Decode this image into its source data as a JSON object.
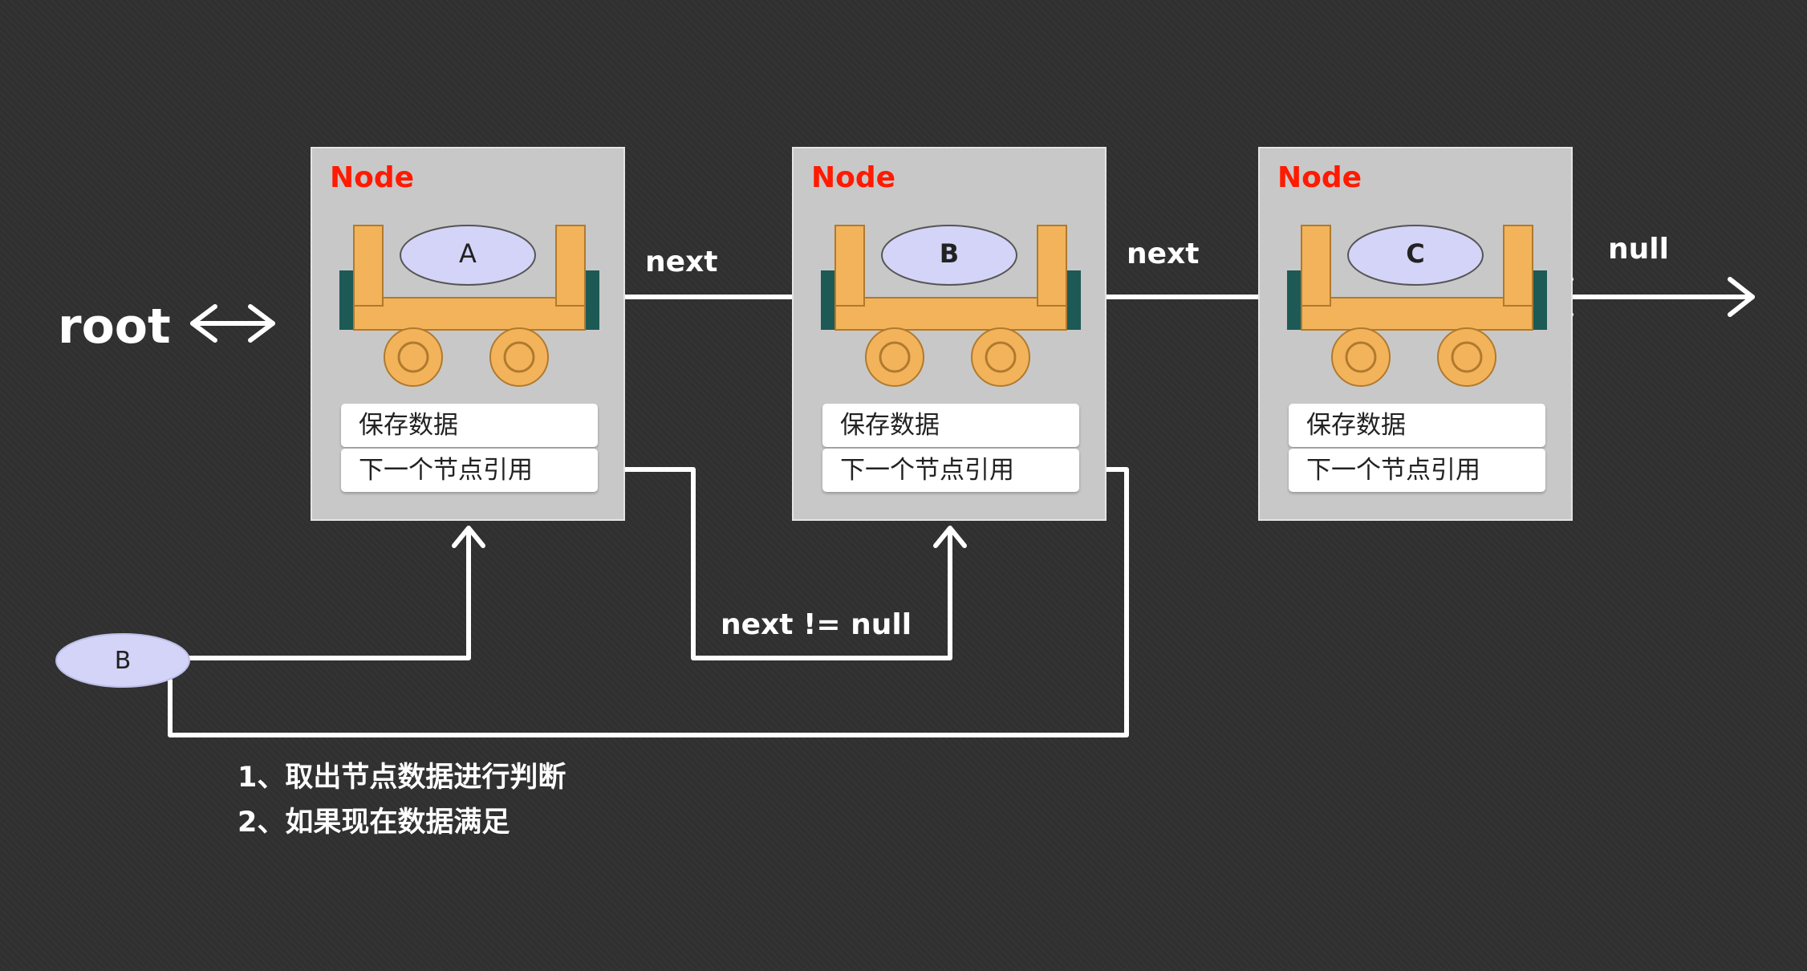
{
  "root_label": "root",
  "nodes": [
    {
      "title": "Node",
      "value": "A",
      "field_data": "保存数据",
      "field_next": "下一个节点引用"
    },
    {
      "title": "Node",
      "value": "B",
      "field_data": "保存数据",
      "field_next": "下一个节点引用"
    },
    {
      "title": "Node",
      "value": "C",
      "field_data": "保存数据",
      "field_next": "下一个节点引用"
    }
  ],
  "links": {
    "next_1": "next",
    "next_2": "next",
    "tail": "null"
  },
  "condition_label": "next != null",
  "pointer_label": "B",
  "notes": [
    "1、取出节点数据进行判断",
    "2、如果现在数据满足"
  ],
  "colors": {
    "background": "#303030",
    "node_box": "#c8c8c8",
    "node_title": "#ff1a00",
    "cart_body": "#f3b35a",
    "cart_edge": "#1d5a56",
    "ellipse_fill": "#d4d4f8",
    "line": "#ffffff"
  }
}
